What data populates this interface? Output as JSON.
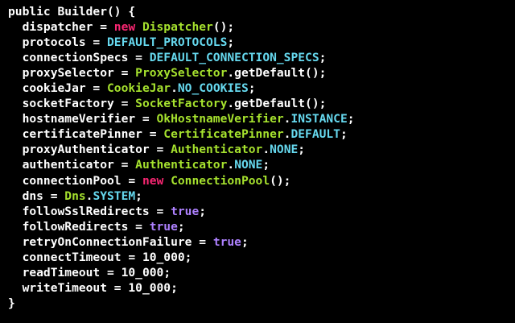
{
  "colors": {
    "background": "#000000",
    "default": "#ffffff",
    "keyword": "#f92672",
    "type": "#a6e22e",
    "constant": "#66d9ef",
    "number": "#ae81ff"
  },
  "code": {
    "language": "java",
    "lines": [
      [
        {
          "t": "public Builder() {",
          "c": "white"
        }
      ],
      [
        {
          "t": "  dispatcher = ",
          "c": "white"
        },
        {
          "t": "new",
          "c": "pink"
        },
        {
          "t": " ",
          "c": "white"
        },
        {
          "t": "Dispatcher",
          "c": "green"
        },
        {
          "t": "();",
          "c": "white"
        }
      ],
      [
        {
          "t": "  protocols = ",
          "c": "white"
        },
        {
          "t": "DEFAULT_PROTOCOLS",
          "c": "blue"
        },
        {
          "t": ";",
          "c": "white"
        }
      ],
      [
        {
          "t": "  connectionSpecs = ",
          "c": "white"
        },
        {
          "t": "DEFAULT_CONNECTION_SPECS",
          "c": "blue"
        },
        {
          "t": ";",
          "c": "white"
        }
      ],
      [
        {
          "t": "  proxySelector = ",
          "c": "white"
        },
        {
          "t": "ProxySelector",
          "c": "green"
        },
        {
          "t": ".getDefault();",
          "c": "white"
        }
      ],
      [
        {
          "t": "  cookieJar = ",
          "c": "white"
        },
        {
          "t": "CookieJar",
          "c": "green"
        },
        {
          "t": ".",
          "c": "white"
        },
        {
          "t": "NO_COOKIES",
          "c": "blue"
        },
        {
          "t": ";",
          "c": "white"
        }
      ],
      [
        {
          "t": "  socketFactory = ",
          "c": "white"
        },
        {
          "t": "SocketFactory",
          "c": "green"
        },
        {
          "t": ".getDefault();",
          "c": "white"
        }
      ],
      [
        {
          "t": "  hostnameVerifier = ",
          "c": "white"
        },
        {
          "t": "OkHostnameVerifier",
          "c": "green"
        },
        {
          "t": ".",
          "c": "white"
        },
        {
          "t": "INSTANCE",
          "c": "blue"
        },
        {
          "t": ";",
          "c": "white"
        }
      ],
      [
        {
          "t": "  certificatePinner = ",
          "c": "white"
        },
        {
          "t": "CertificatePinner",
          "c": "green"
        },
        {
          "t": ".",
          "c": "white"
        },
        {
          "t": "DEFAULT",
          "c": "blue"
        },
        {
          "t": ";",
          "c": "white"
        }
      ],
      [
        {
          "t": "  proxyAuthenticator = ",
          "c": "white"
        },
        {
          "t": "Authenticator",
          "c": "green"
        },
        {
          "t": ".",
          "c": "white"
        },
        {
          "t": "NONE",
          "c": "blue"
        },
        {
          "t": ";",
          "c": "white"
        }
      ],
      [
        {
          "t": "  authenticator = ",
          "c": "white"
        },
        {
          "t": "Authenticator",
          "c": "green"
        },
        {
          "t": ".",
          "c": "white"
        },
        {
          "t": "NONE",
          "c": "blue"
        },
        {
          "t": ";",
          "c": "white"
        }
      ],
      [
        {
          "t": "  connectionPool = ",
          "c": "white"
        },
        {
          "t": "new",
          "c": "pink"
        },
        {
          "t": " ",
          "c": "white"
        },
        {
          "t": "ConnectionPool",
          "c": "green"
        },
        {
          "t": "();",
          "c": "white"
        }
      ],
      [
        {
          "t": "  dns = ",
          "c": "white"
        },
        {
          "t": "Dns",
          "c": "green"
        },
        {
          "t": ".",
          "c": "white"
        },
        {
          "t": "SYSTEM",
          "c": "blue"
        },
        {
          "t": ";",
          "c": "white"
        }
      ],
      [
        {
          "t": "  followSslRedirects = ",
          "c": "white"
        },
        {
          "t": "true",
          "c": "purple"
        },
        {
          "t": ";",
          "c": "white"
        }
      ],
      [
        {
          "t": "  followRedirects = ",
          "c": "white"
        },
        {
          "t": "true",
          "c": "purple"
        },
        {
          "t": ";",
          "c": "white"
        }
      ],
      [
        {
          "t": "  retryOnConnectionFailure = ",
          "c": "white"
        },
        {
          "t": "true",
          "c": "purple"
        },
        {
          "t": ";",
          "c": "white"
        }
      ],
      [
        {
          "t": "  connectTimeout = ",
          "c": "white"
        },
        {
          "t": "10_000",
          "c": "white"
        },
        {
          "t": ";",
          "c": "white"
        }
      ],
      [
        {
          "t": "  readTimeout = ",
          "c": "white"
        },
        {
          "t": "10_000",
          "c": "white"
        },
        {
          "t": ";",
          "c": "white"
        }
      ],
      [
        {
          "t": "  writeTimeout = ",
          "c": "white"
        },
        {
          "t": "10_000",
          "c": "white"
        },
        {
          "t": ";",
          "c": "white"
        }
      ],
      [
        {
          "t": "}",
          "c": "white"
        }
      ]
    ]
  }
}
